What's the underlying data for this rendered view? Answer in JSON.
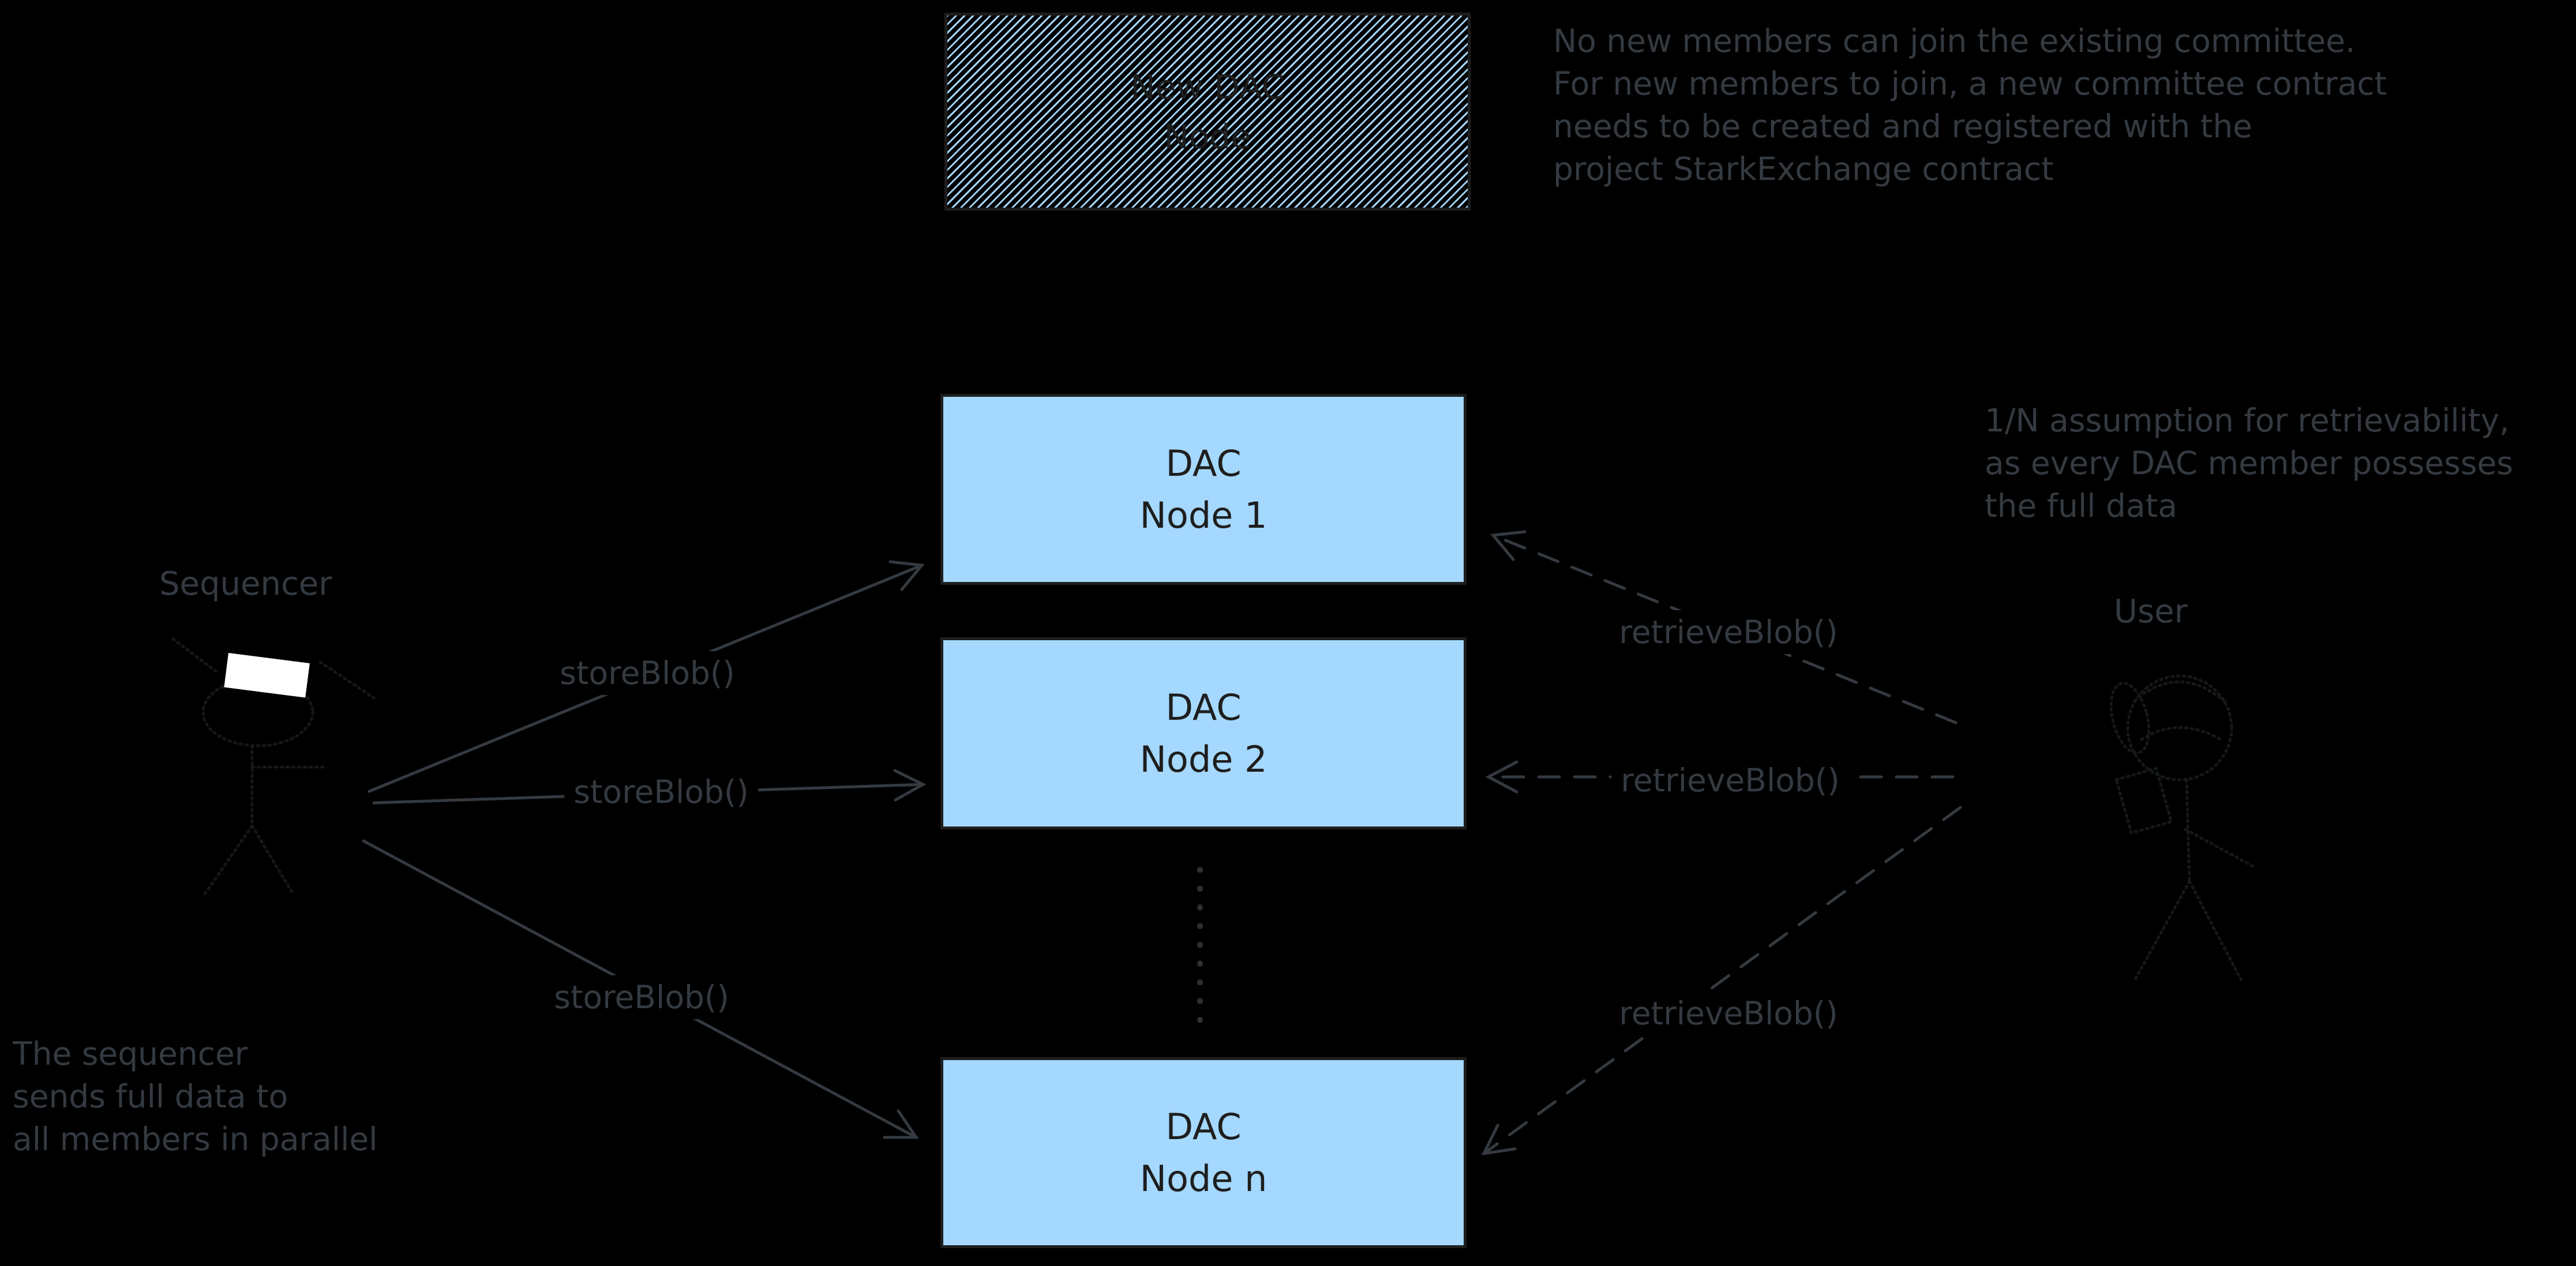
{
  "boxes": {
    "new_dac": {
      "lines": [
        "New DAC",
        "Node"
      ]
    },
    "node1": {
      "lines": [
        "DAC",
        "Node 1"
      ]
    },
    "node2": {
      "lines": [
        "DAC",
        "Node 2"
      ]
    },
    "node_n": {
      "lines": [
        "DAC",
        "Node n"
      ]
    }
  },
  "labels": {
    "sequencer": "Sequencer",
    "user": "User",
    "store_blob": "storeBlob()",
    "retrieve_blob": "retrieveBlob()"
  },
  "annotations": {
    "committee_note": {
      "lines": [
        "No new members can join the existing committee.",
        "For new members to join, a new committee contract",
        "needs to be created and registered with the",
        "project StarkExchange contract"
      ]
    },
    "retrievability_note": {
      "lines": [
        "1/N assumption for retrievability,",
        "as every DAC member possesses",
        "the full data"
      ]
    },
    "sequencer_note": {
      "lines": [
        "The sequencer",
        "sends full data to",
        "all members in parallel"
      ]
    }
  },
  "colors": {
    "background": "#000000",
    "node_fill": "#a5d8ff",
    "box_stroke": "#1e1e1e",
    "annotation_gray": "#343a40",
    "screen_highlight": "#ffffff"
  }
}
